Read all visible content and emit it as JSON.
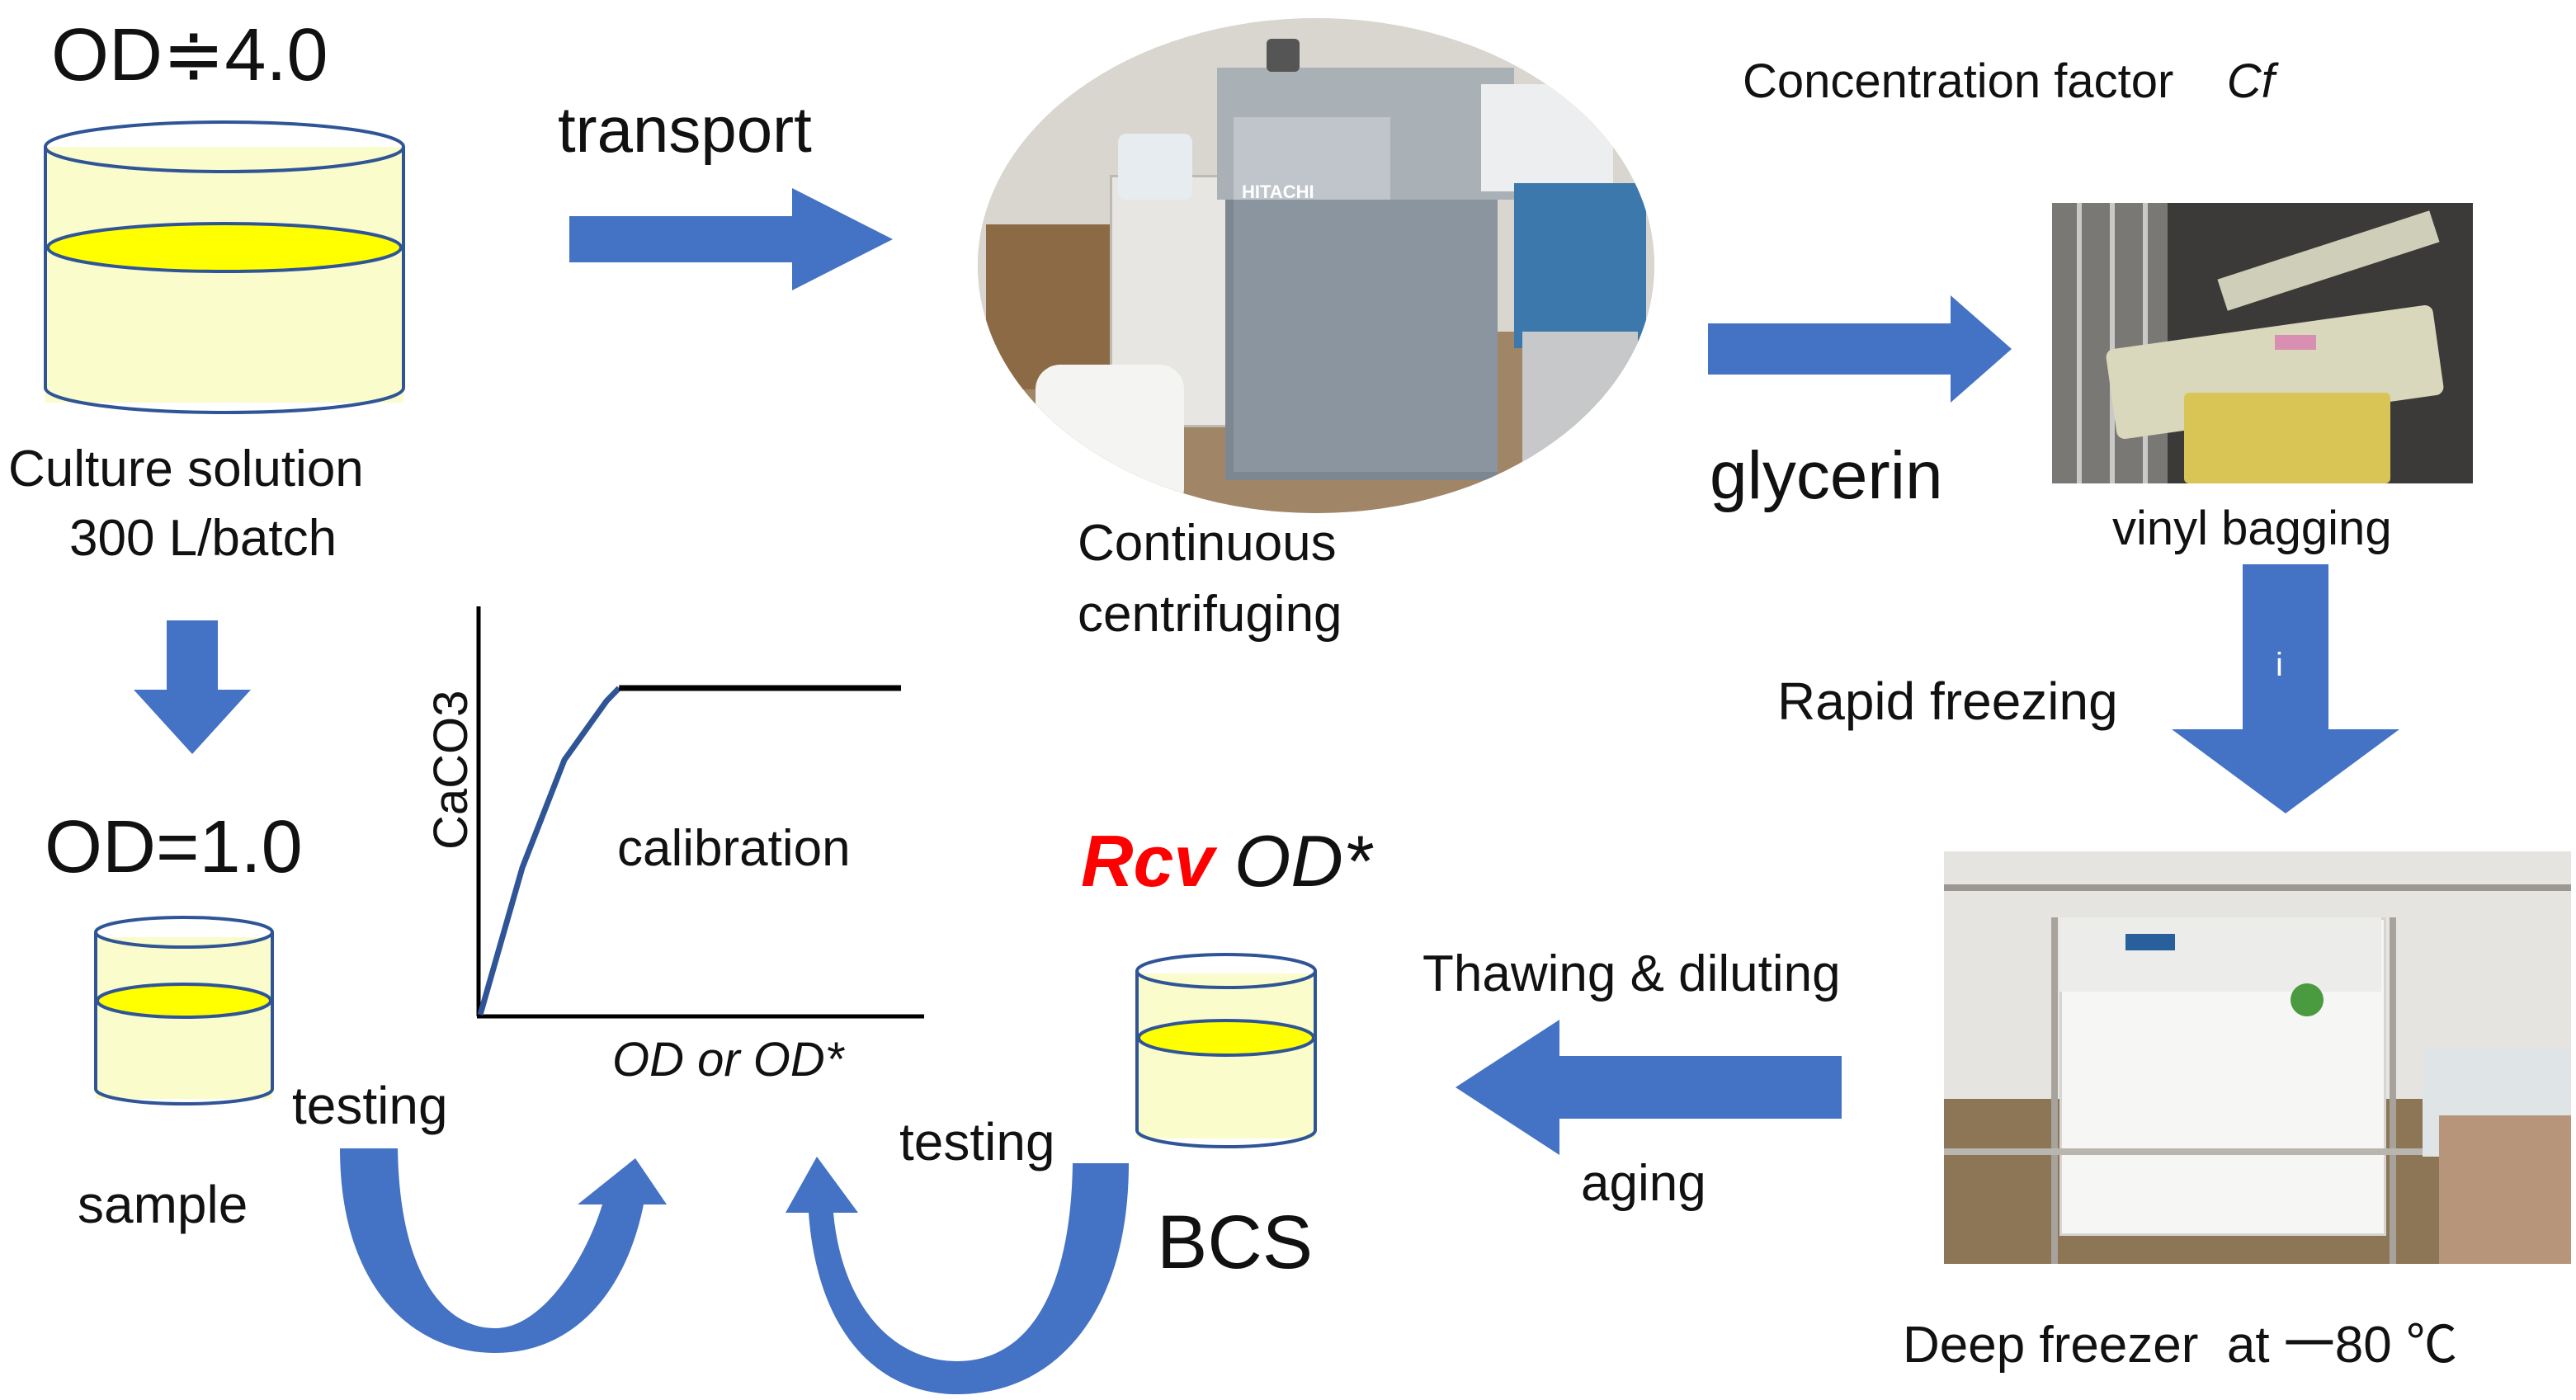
{
  "culture": {
    "od_label": "OD≑4.0",
    "caption_line1": "Culture solution",
    "caption_line2": "300 L/batch"
  },
  "transport_label": "transport",
  "centrifuge": {
    "caption_line1": "Continuous",
    "caption_line2": "centrifuging",
    "brand": "HITACHI"
  },
  "concentration_factor": {
    "label": "Concentration factor",
    "symbol": "Cf"
  },
  "glycerin_label": "glycerin",
  "bagging_label": "vinyl bagging",
  "rapid_freezing_label": "Rapid freezing",
  "arrow_mark": "i",
  "freezer_caption": "Deep freezer  at 一80 ℃",
  "thaw_label": "Thawing & diluting",
  "aging_label": "aging",
  "bcs": {
    "rcv": "Rcv",
    "od_star": "OD*",
    "label": "BCS",
    "testing": "testing"
  },
  "sample": {
    "od_label": "OD=1.0",
    "label": "sample",
    "testing": "testing"
  },
  "chart_data": {
    "type": "line",
    "ylabel": "CaCO3",
    "xlabel": "OD or OD*",
    "annotation": "calibration",
    "series": [
      {
        "x": [
          0,
          0.1,
          0.2,
          0.3,
          0.33,
          1.0
        ],
        "y": [
          0,
          0.45,
          0.78,
          0.96,
          1.0,
          1.0
        ]
      }
    ],
    "xlim": [
      0,
      1
    ],
    "ylim": [
      0,
      1.25
    ],
    "grid": false
  },
  "colors": {
    "arrow": "#4472c4",
    "liquid_top": "#ffff00",
    "liquid": "#fafccb",
    "curve": "#2f5597",
    "rcv": "#ff0000"
  }
}
